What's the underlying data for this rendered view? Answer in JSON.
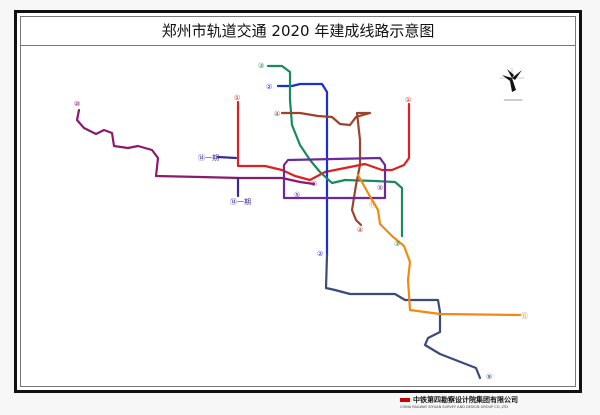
{
  "title": "郑州市轨道交通 2020 年建成线路示意图",
  "footer": {
    "company": "中铁第四勘察设计院集团有限公司",
    "company_en": "CHINA RAILWAY SIYUAN SURVEY AND DESIGN GROUP CO.,LTD"
  },
  "compass": {
    "icon": "north-arrow-icon"
  },
  "lines": [
    {
      "id": "1",
      "label": "①",
      "color": "#e02020"
    },
    {
      "id": "2",
      "label": "②",
      "color": "#1a2fd6"
    },
    {
      "id": "3",
      "label": "③",
      "color": "#1a8a5a"
    },
    {
      "id": "4",
      "label": "④",
      "color": "#a0422a"
    },
    {
      "id": "5",
      "label": "⑤",
      "color": "#6a2a9a"
    },
    {
      "id": "6",
      "label": "⑥",
      "color": "#7a2a8a"
    },
    {
      "id": "9",
      "label": "⑨",
      "color": "#3a4a7a"
    },
    {
      "id": "10",
      "label": "⑩",
      "color": "#8a1a6a"
    },
    {
      "id": "11",
      "label": "⑪",
      "color": "#f08a10"
    },
    {
      "id": "12",
      "label": "⑫",
      "color": "#f08a10"
    },
    {
      "id": "14",
      "label": "⑭一期",
      "color": "#3a2a9a"
    }
  ]
}
